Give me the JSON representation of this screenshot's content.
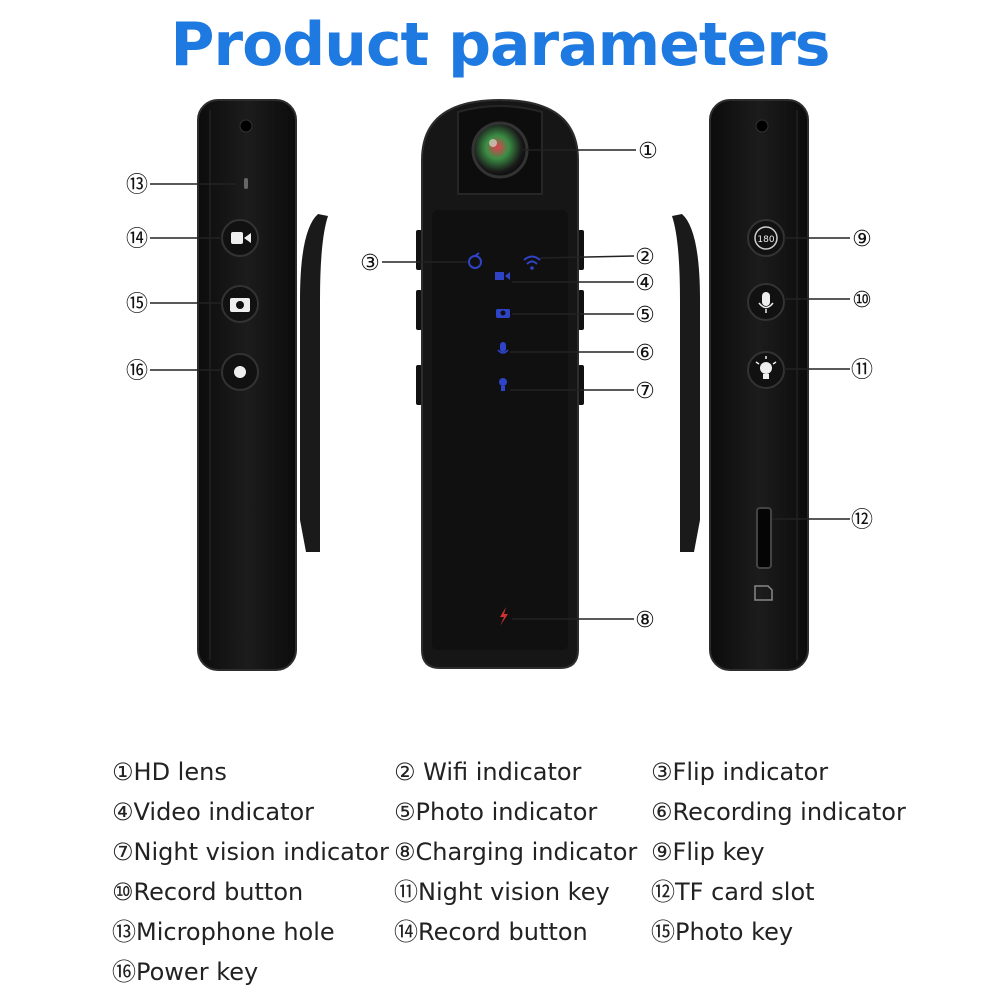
{
  "title": "Product parameters",
  "colors": {
    "title": "#1e7ae0",
    "device_body": "#141414",
    "device_edge": "#2d2d2d",
    "indicator_blue": "#2f43c8",
    "charging_red": "#d03030",
    "lens_green": "#3b8f45"
  },
  "callouts": {
    "c1": "①",
    "c2": "②",
    "c3": "③",
    "c4": "④",
    "c5": "⑤",
    "c6": "⑥",
    "c7": "⑦",
    "c8": "⑧",
    "c9": "⑨",
    "c10": "⑩",
    "c11": "⑪",
    "c12": "⑫",
    "c13": "⑬",
    "c14": "⑭",
    "c15": "⑮",
    "c16": "⑯"
  },
  "flip_key_label": "180",
  "legend": [
    "①HD lens",
    "② Wifi indicator",
    "③Flip indicator",
    "④Video indicator",
    "⑤Photo indicator",
    "⑥Recording indicator",
    "⑦Night vision indicator",
    "⑧Charging indicator",
    "⑨Flip key",
    "⑩Record button",
    "⑪Night vision key",
    "⑫TF card slot",
    "⑬Microphone hole",
    "⑭Record button",
    "⑮Photo key",
    "⑯Power key"
  ]
}
